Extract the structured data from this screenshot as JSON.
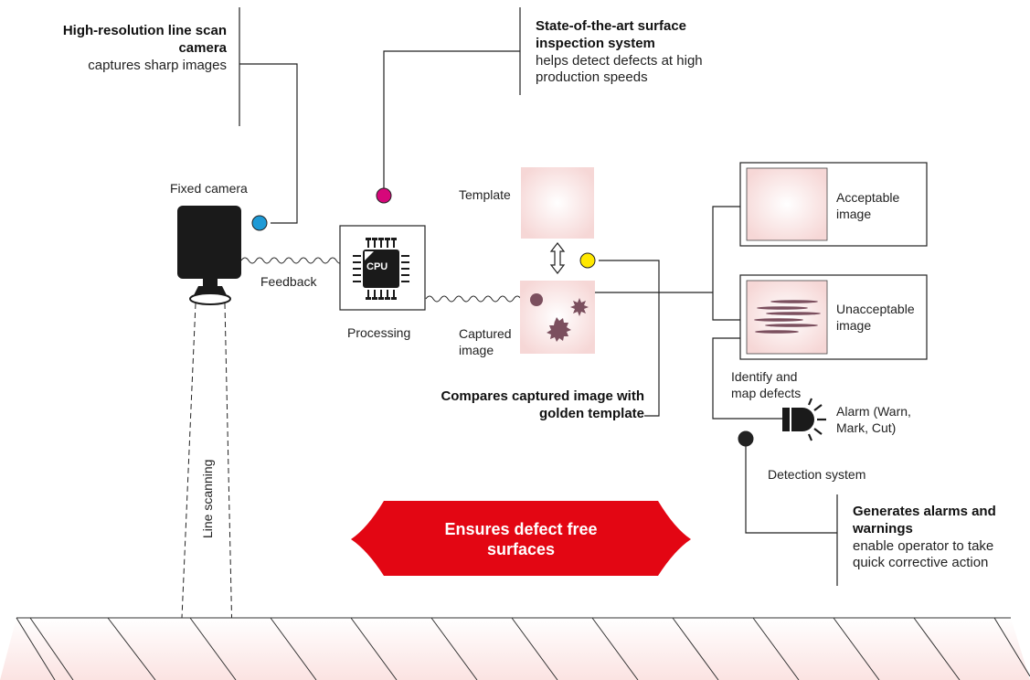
{
  "callouts": {
    "camera": {
      "title": "High-resolution line scan camera",
      "line1": "High-resolution line scan",
      "line2": "camera",
      "desc": "captures sharp images"
    },
    "inspection": {
      "line1": "State-of-the-art surface",
      "line2": "inspection system",
      "desc1": "helps detect defects at high",
      "desc2": "production speeds"
    },
    "compare": {
      "line1": "Compares captured image with",
      "line2": "golden template"
    },
    "alarms": {
      "line1": "Generates alarms and",
      "line2": "warnings",
      "desc1": "enable operator to take",
      "desc2": "quick corrective action"
    }
  },
  "labels": {
    "fixed_camera": "Fixed camera",
    "feedback": "Feedback",
    "processing": "Processing",
    "cpu": "CPU",
    "template": "Template",
    "captured1": "Captured",
    "captured2": "image",
    "acceptable1": "Acceptable",
    "acceptable2": "image",
    "unacceptable1": "Unacceptable",
    "unacceptable2": "image",
    "identify1": "Identify and",
    "identify2": "map defects",
    "alarm1": "Alarm (Warn,",
    "alarm2": "Mark, Cut)",
    "detection": "Detection system",
    "line_scanning": "Line scanning"
  },
  "banner": {
    "line1": "Ensures defect free",
    "line2": "surfaces",
    "color": "#e30613"
  },
  "colors": {
    "cyan_dot": "#1e9ad6",
    "magenta_dot": "#d6077a",
    "yellow_dot": "#ffe800",
    "black_dot": "#222222"
  }
}
